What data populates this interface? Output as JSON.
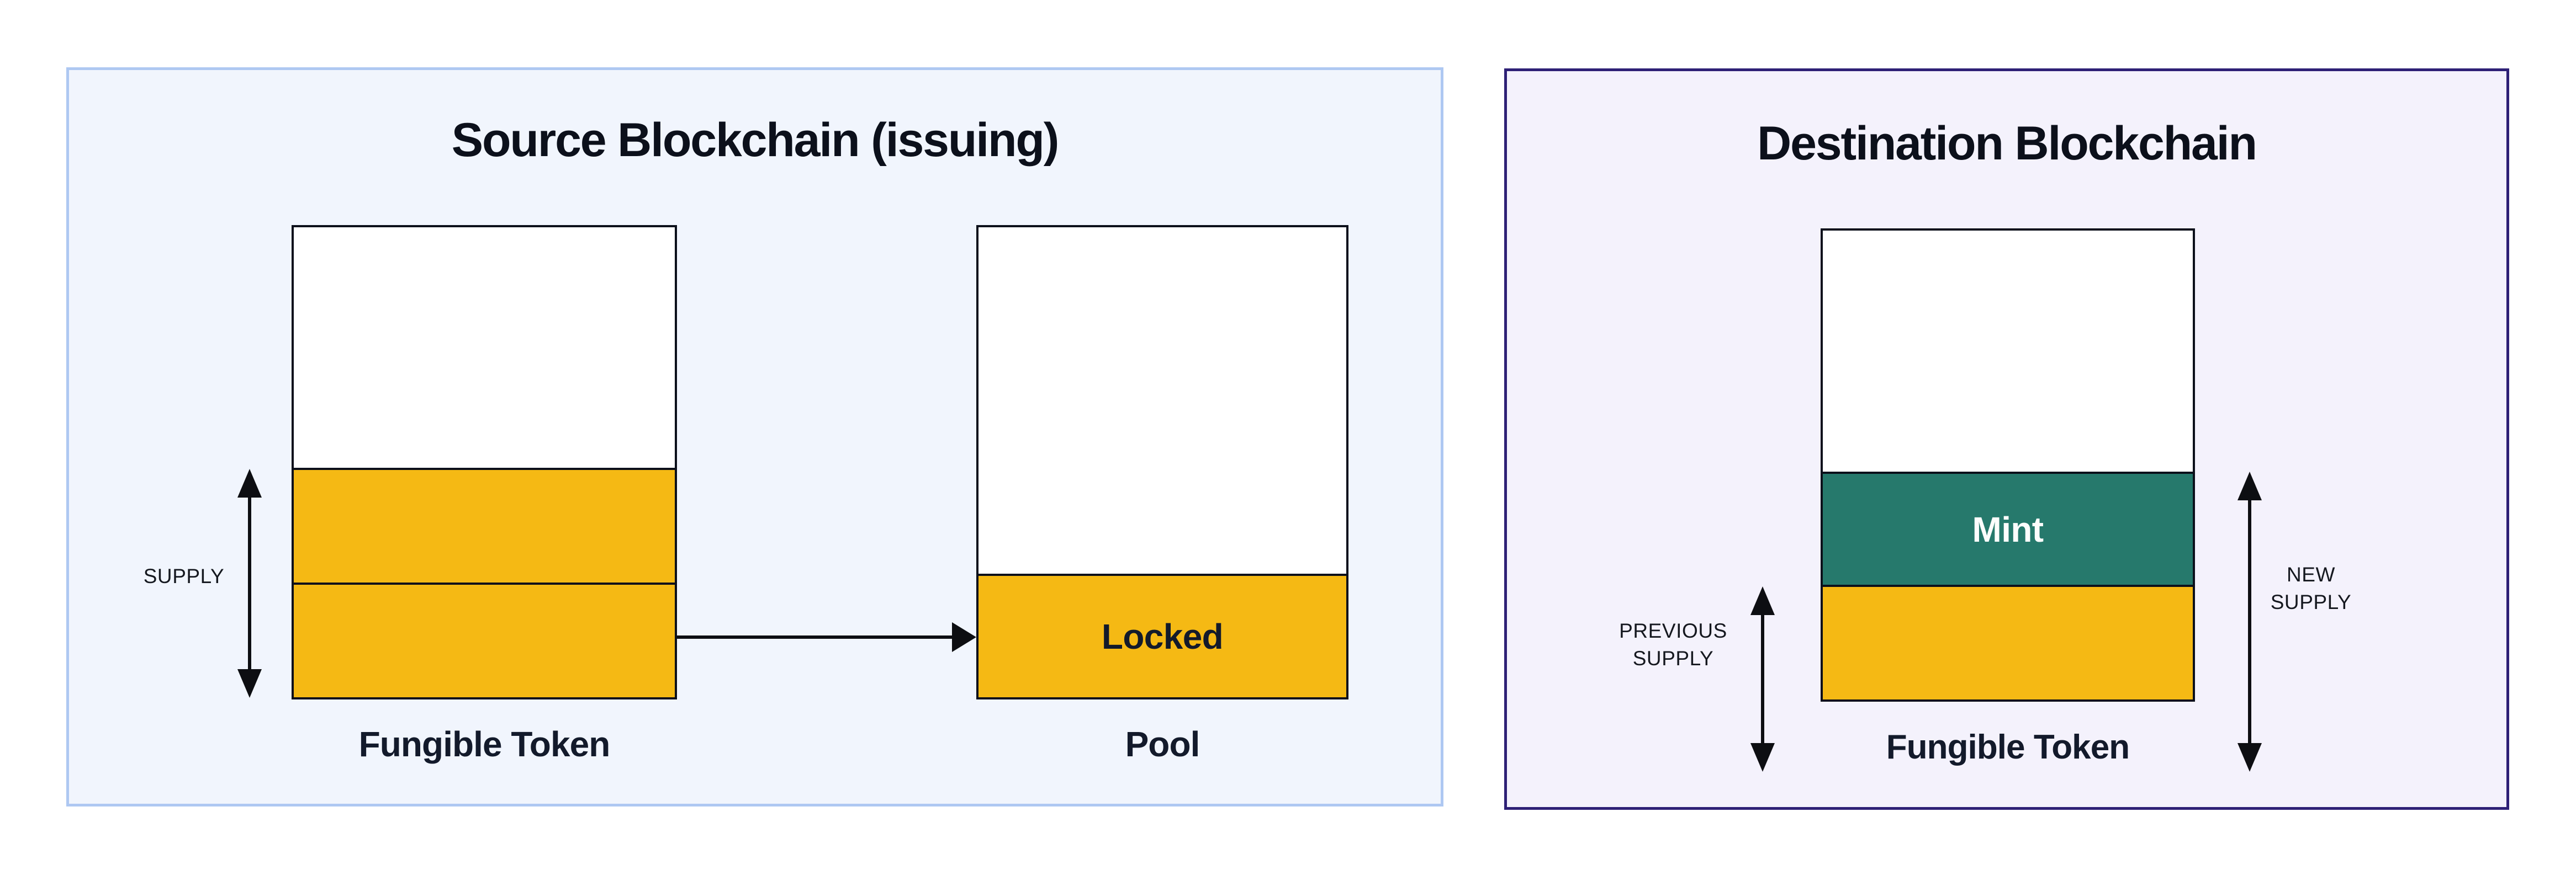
{
  "source_panel": {
    "title": "Source Blockchain (issuing)",
    "supply_label": "SUPPLY",
    "fungible_token_caption": "Fungible Token",
    "pool_caption": "Pool",
    "locked_label": "Locked"
  },
  "destination_panel": {
    "title": "Destination Blockchain",
    "mint_label": "Mint",
    "fungible_token_caption": "Fungible Token",
    "previous_supply_line1": "PREVIOUS",
    "previous_supply_line2": "SUPPLY",
    "new_supply_line1": "NEW",
    "new_supply_line2": "SUPPLY"
  },
  "colors": {
    "locked_amber": "#F5B914",
    "mint_teal": "#26796C",
    "source_panel_bg": "#F1F5FD",
    "source_panel_border": "#AEC8F2",
    "destination_panel_bg": "#F4F2FC",
    "destination_panel_border": "#2E2076",
    "ink": "#0C101B",
    "arrow_black": "#0D0E12"
  }
}
